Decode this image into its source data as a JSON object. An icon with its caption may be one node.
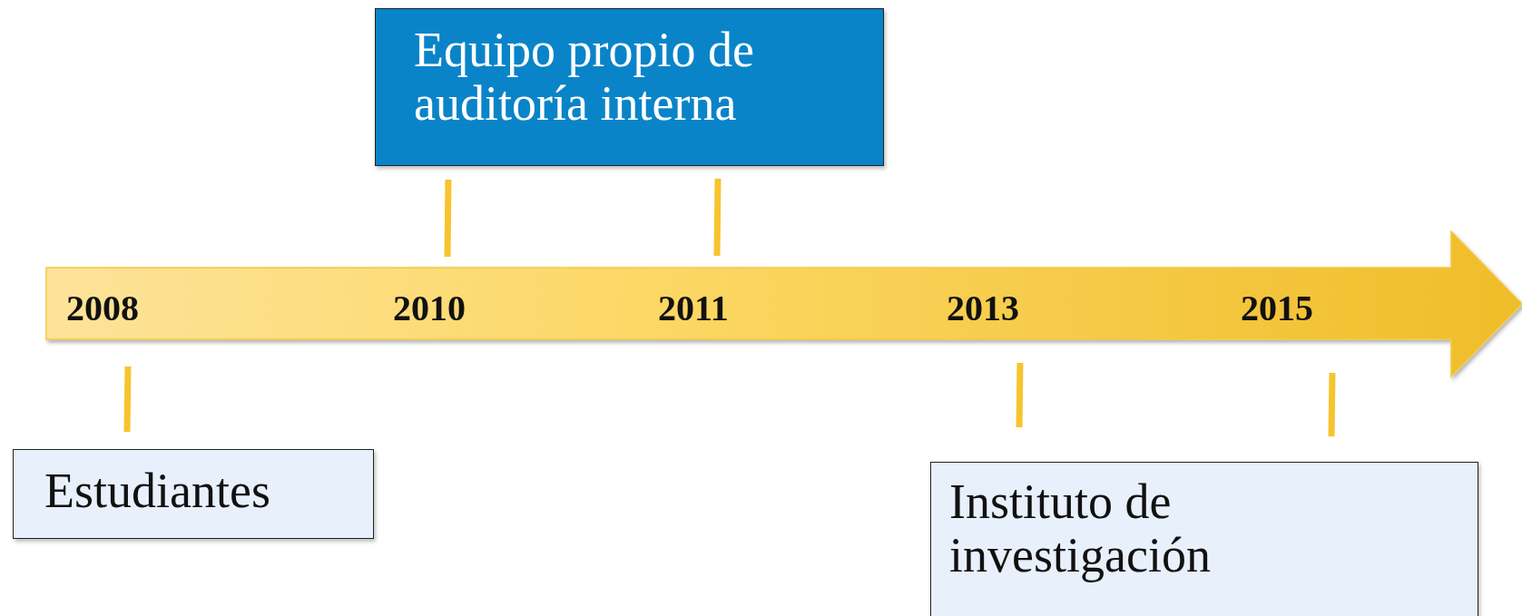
{
  "diagram": {
    "nodes": [
      {
        "text": [
          "Equipo propio de auditoría interna"
        ]
      },
      {
        "text": [
          "2008",
          "2010",
          "2011",
          "2013",
          "2015"
        ]
      },
      {
        "text": [
          "Estudiantes"
        ]
      },
      {
        "text": [
          "Instituto de investigación"
        ]
      }
    ]
  }
}
